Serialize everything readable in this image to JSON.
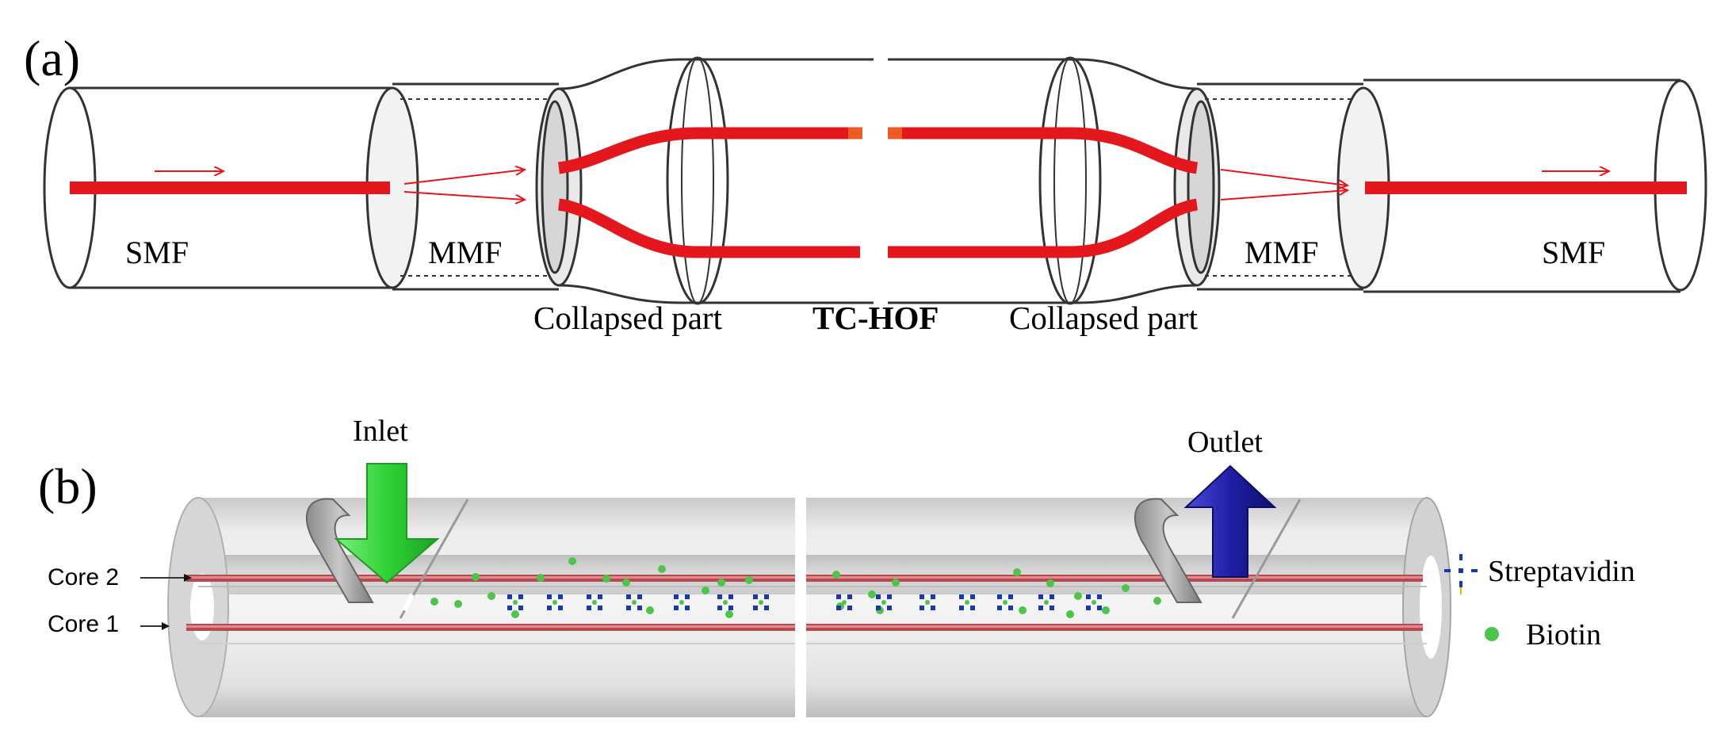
{
  "panel_a": {
    "label": "(a)",
    "smf_left": "SMF",
    "mmf_left": "MMF",
    "collapsed_left": "Collapsed part",
    "center": "TC-HOF",
    "collapsed_right": "Collapsed part",
    "mmf_right": "MMF",
    "smf_right": "SMF"
  },
  "panel_b": {
    "label": "(b)",
    "inlet": "Inlet",
    "outlet": "Outlet",
    "core2": "Core 2",
    "core1": "Core 1",
    "legend_streptavidin": "Streptavidin",
    "legend_biotin": "Biotin"
  },
  "colors": {
    "light_path": "#e3171c",
    "inlet_arrow": "#31d53a",
    "outlet_arrow": "#1f1fa6",
    "biotin": "#4cc54a",
    "streptavidin": "#1c38b0",
    "fiber_gray": "#d9d9d9",
    "core_line": "#b54a50"
  }
}
